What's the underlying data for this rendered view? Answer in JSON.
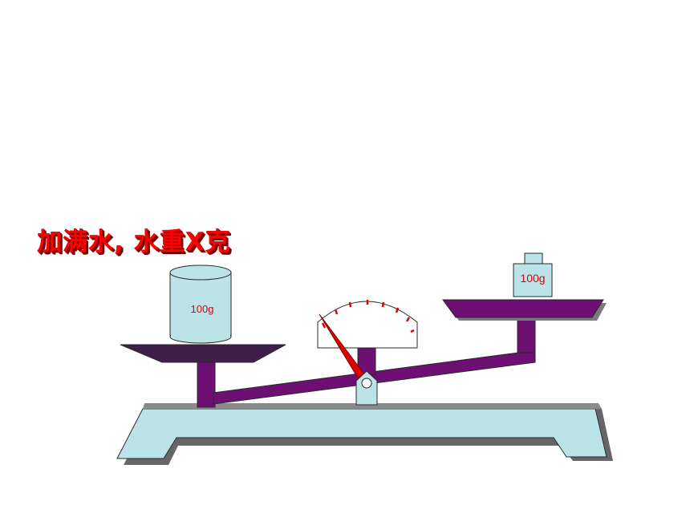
{
  "caption": "加满水, 水重X克",
  "left_pan": {
    "object_label": "100g"
  },
  "right_pan": {
    "weight_label": "100g"
  },
  "colors": {
    "caption": "#ff0000",
    "beam": "#6e0f73",
    "base": "#bce3e8",
    "pan_left": "#3d1f4a",
    "needle": "#e00000",
    "outline": "#2a2a2a"
  }
}
